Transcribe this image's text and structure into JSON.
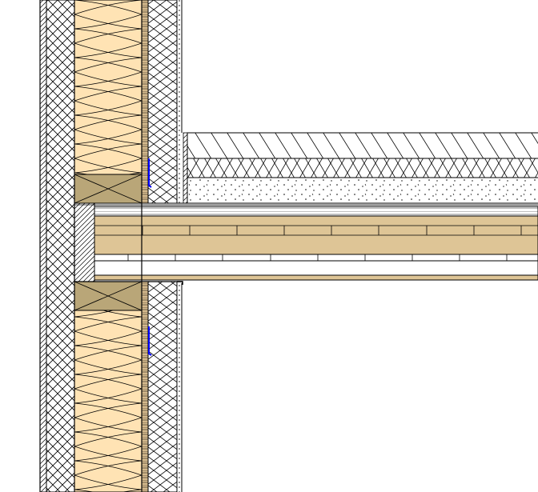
{
  "drawing": {
    "subject": "construction-section-detail",
    "colors": {
      "background": "#ffffff",
      "line": "#000000",
      "insulation_fill": "#ffe3b4",
      "timber_fill": "#b9a678",
      "clt_fill": "#dec596",
      "cladding_fill": "#d4b98c",
      "membrane_accent": "#0000ff"
    },
    "layers": [
      {
        "id": "outer-cladding",
        "pattern": "diagonal-hatch"
      },
      {
        "id": "wood-fibre-board",
        "pattern": "cross-hatch"
      },
      {
        "id": "mineral-wool-insulation",
        "pattern": "zigzag-batt"
      },
      {
        "id": "timber-rail",
        "pattern": "x-cross"
      },
      {
        "id": "vapour-membrane",
        "pattern": "dashed-strip"
      },
      {
        "id": "inner-lining",
        "pattern": "cross-hatch"
      },
      {
        "id": "floor-finish",
        "pattern": "diagonal-hatch"
      },
      {
        "id": "impact-sound-insulation",
        "pattern": "cross-hatch"
      },
      {
        "id": "screed",
        "pattern": "dotted"
      },
      {
        "id": "clt-slab",
        "pattern": "laminated-boards"
      },
      {
        "id": "ceiling-board",
        "pattern": "plain"
      }
    ]
  }
}
